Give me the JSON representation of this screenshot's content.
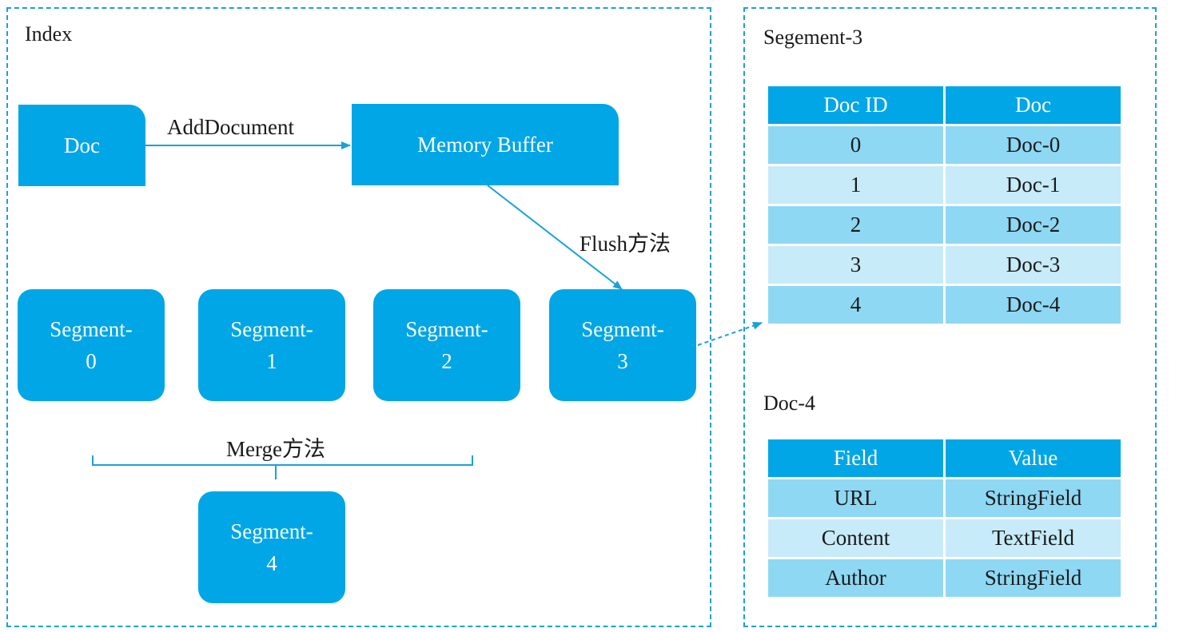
{
  "index_panel": {
    "title": "Index"
  },
  "doc_box": {
    "label": "Doc"
  },
  "memory_buffer": {
    "label": "Memory Buffer"
  },
  "add_document_label": "AddDocument",
  "flush_label": "Flush方法",
  "merge_label": "Merge方法",
  "segments": [
    {
      "line1": "Segment-",
      "line2": "0"
    },
    {
      "line1": "Segment-",
      "line2": "1"
    },
    {
      "line1": "Segment-",
      "line2": "2"
    },
    {
      "line1": "Segment-",
      "line2": "3"
    }
  ],
  "merged_segment": {
    "line1": "Segment-",
    "line2": "4"
  },
  "segment3_panel": {
    "title": "Segement-3"
  },
  "segment3_table": {
    "headers": [
      "Doc ID",
      "Doc"
    ],
    "rows": [
      [
        "0",
        "Doc-0"
      ],
      [
        "1",
        "Doc-1"
      ],
      [
        "2",
        "Doc-2"
      ],
      [
        "3",
        "Doc-3"
      ],
      [
        "4",
        "Doc-4"
      ]
    ]
  },
  "doc4_section": {
    "title": "Doc-4"
  },
  "doc4_table": {
    "headers": [
      "Field",
      "Value"
    ],
    "rows": [
      [
        "URL",
        "StringField"
      ],
      [
        "Content",
        "TextField"
      ],
      [
        "Author",
        "StringField"
      ]
    ]
  },
  "colors": {
    "accent": "#00a6e6",
    "row_dark": "#8ed8f3",
    "row_light": "#c7ebf8",
    "dashed_border": "#1aa1d8"
  }
}
